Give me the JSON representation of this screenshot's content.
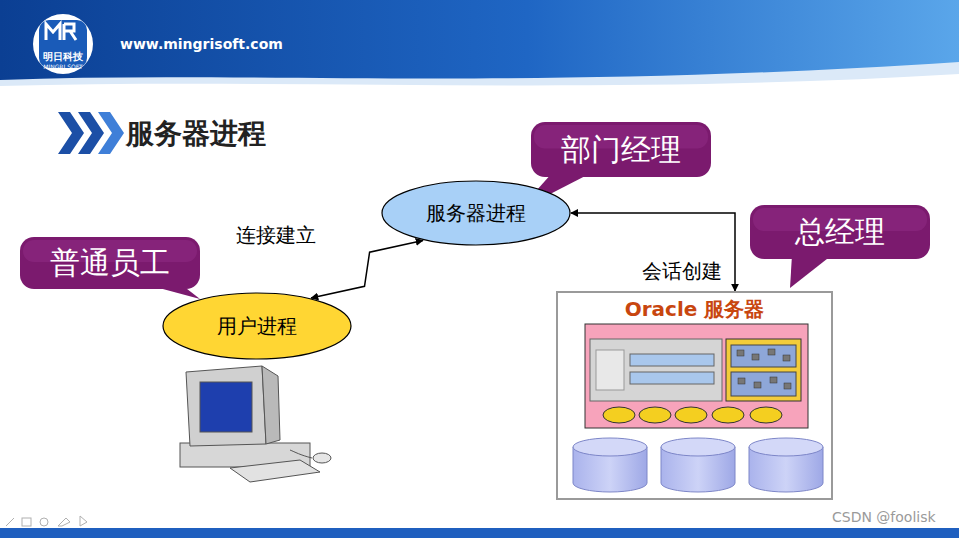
{
  "diagram": {
    "title": "服务器进程",
    "nodes": [
      {
        "text": [
          "部门经理"
        ]
      },
      {
        "text": [
          "服务器进程"
        ]
      },
      {
        "text": [
          "总经理"
        ]
      },
      {
        "text": [
          "普通员工"
        ]
      },
      {
        "text": [
          "用户进程"
        ]
      },
      {
        "text": [
          "Oracle 服务器"
        ]
      }
    ],
    "edges": [
      {
        "from": 4,
        "to": 1,
        "arrow": "both",
        "label": "连接建立"
      },
      {
        "from": 1,
        "to": 5,
        "arrow": "both",
        "label": "会话创建"
      }
    ],
    "labels": [
      "www.mingrisoft.com",
      "明日科技",
      "MINGRI SOFT",
      "CSDN @foolisk"
    ]
  }
}
